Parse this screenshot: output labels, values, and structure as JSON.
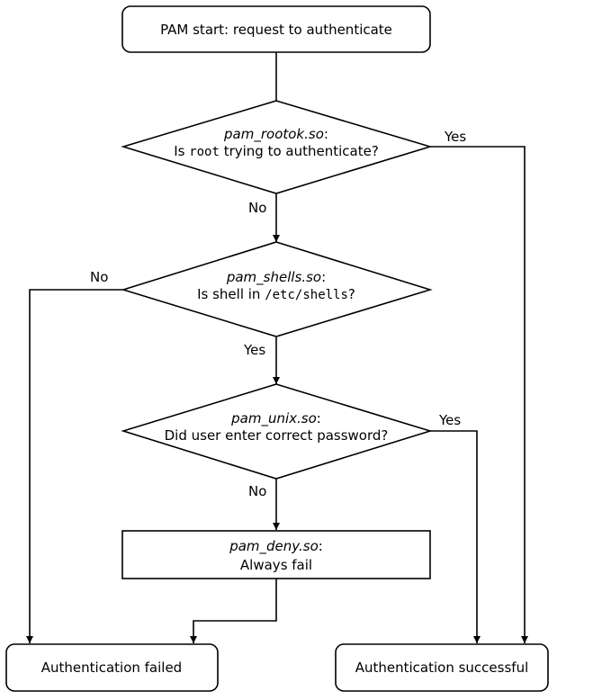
{
  "start": {
    "label": "PAM start: request to authenticate"
  },
  "decision_rootok": {
    "module": "pam_rootok.so",
    "question_prefix": "Is ",
    "question_code": "root",
    "question_suffix": " trying to authenticate?",
    "yes_label": "Yes",
    "no_label": "No"
  },
  "decision_shells": {
    "module": "pam_shells.so",
    "question_prefix": "Is shell in ",
    "question_code": "/etc/shells",
    "question_suffix": "?",
    "yes_label": "Yes",
    "no_label": "No"
  },
  "decision_unix": {
    "module": "pam_unix.so",
    "question": "Did user enter correct password?",
    "yes_label": "Yes",
    "no_label": "No"
  },
  "deny": {
    "module": "pam_deny.so",
    "text": "Always fail"
  },
  "end_failed": {
    "label": "Authentication failed"
  },
  "end_success": {
    "label": "Authentication successful"
  },
  "colon": ":"
}
